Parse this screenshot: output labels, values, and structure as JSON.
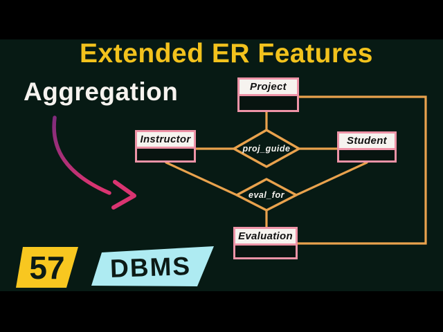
{
  "slide": {
    "title": "Extended ER Features",
    "subtitle": "Aggregation"
  },
  "diagram": {
    "entities": [
      {
        "label": "Project"
      },
      {
        "label": "Instructor"
      },
      {
        "label": "Student"
      },
      {
        "label": "Evaluation"
      }
    ],
    "relationships": [
      {
        "label": "proj_guide"
      },
      {
        "label": "eval_for"
      }
    ]
  },
  "badge": {
    "number": "57",
    "label": "DBMS"
  },
  "colors": {
    "background": "#071a14",
    "letterbox": "#000000",
    "title": "#f2c21d",
    "subtitle": "#f6f3ef",
    "connector": "#e9a24d",
    "entity_border": "#ee93a7",
    "entity_header": "#f6f3ef",
    "entity_text": "#121212",
    "relationship_text": "#f6f3ef",
    "arrow_start": "#802c7c",
    "arrow_end": "#d93471",
    "badge_number_bg": "#f8c720",
    "badge_label_bg": "#aeebf2",
    "badge_text": "#0c1a15"
  }
}
